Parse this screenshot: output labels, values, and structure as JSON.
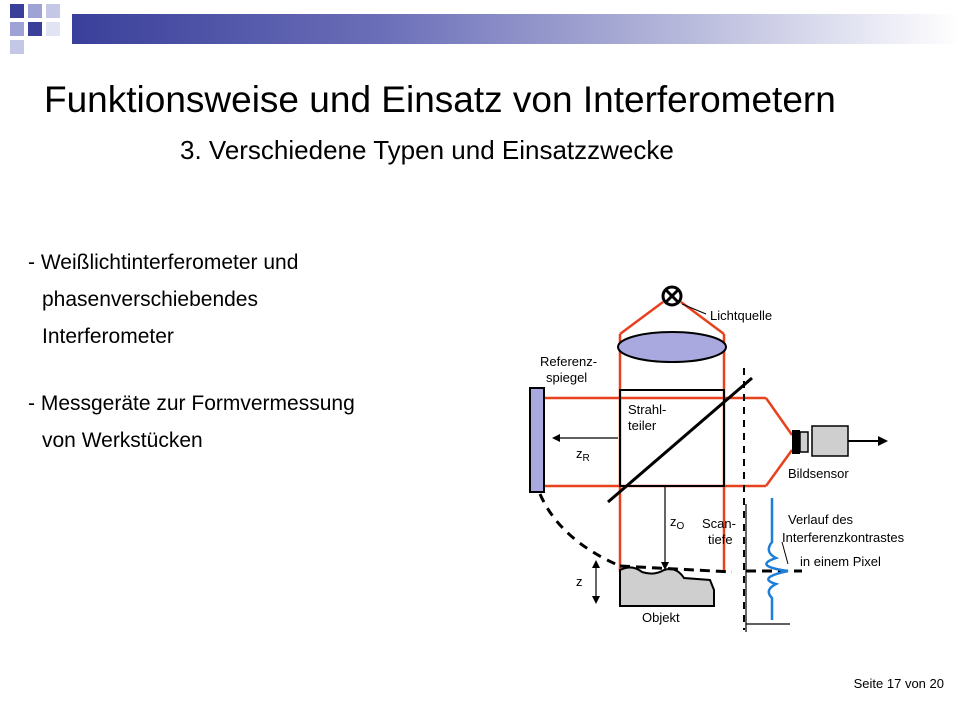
{
  "slide": {
    "title": "Funktionsweise und Einsatz von Interferometern",
    "subtitle": "3. Verschiedene Typen und Einsatzzwecke",
    "bullets": [
      "- Weißlichtinterferometer und",
      "phasenverschiebendes",
      "Interferometer",
      "- Messgeräte zur Formvermessung",
      "von Werkstücken"
    ],
    "page_number": "Seite 17 von 20"
  },
  "diagram": {
    "labels": {
      "light_source": "Lichtquelle",
      "reference_mirror_1": "Referenz-",
      "reference_mirror_2": "spiegel",
      "beam_splitter_1": "Strahl-",
      "beam_splitter_2": "teiler",
      "z_r": "z",
      "z_r_sub": "R",
      "z_o": "z",
      "z_o_sub": "O",
      "z": "z",
      "scan_depth_1": "Scan-",
      "scan_depth_2": "tiefe",
      "image_sensor": "Bildsensor",
      "contrast_1": "Verlauf des",
      "contrast_2": "Interferenzkontrastes",
      "contrast_3": "in einem Pixel",
      "object": "Objekt"
    },
    "colors": {
      "beam": "#e8411e",
      "mirror": "#a9a9e0",
      "signal": "#1e7fd8"
    }
  }
}
